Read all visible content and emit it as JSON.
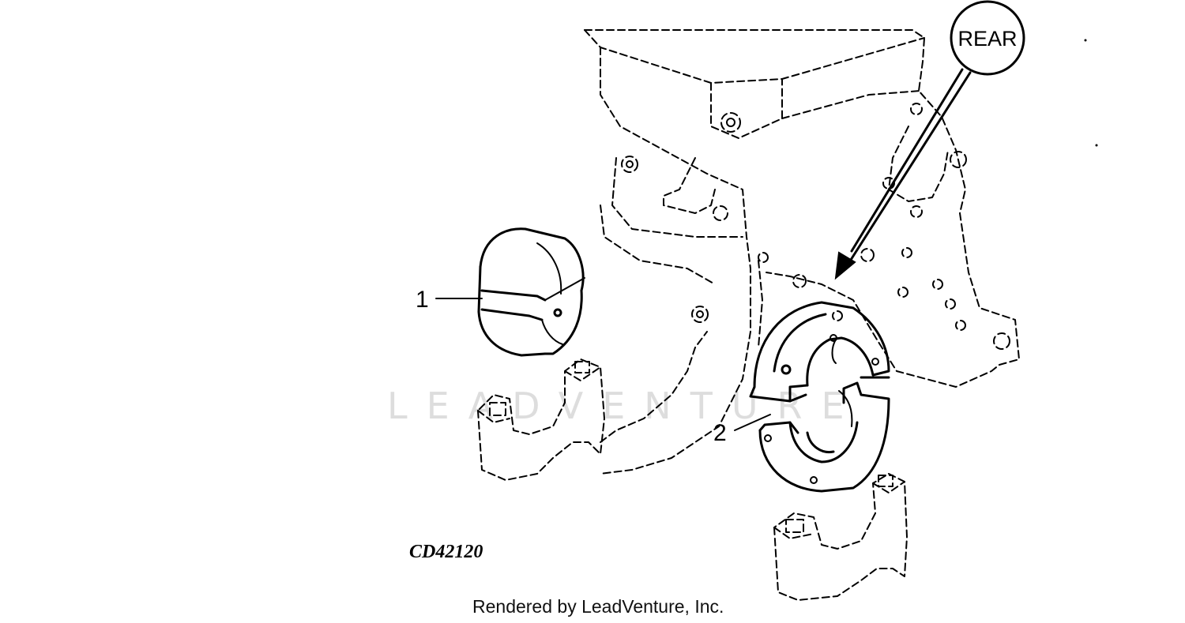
{
  "diagram": {
    "callouts": [
      {
        "id": "1",
        "label": "1"
      },
      {
        "id": "2",
        "label": "2"
      }
    ],
    "direction_label": "REAR",
    "figure_id": "CD42120",
    "watermark": "LEADVENTURE",
    "credit": "Rendered by LeadVenture, Inc."
  }
}
